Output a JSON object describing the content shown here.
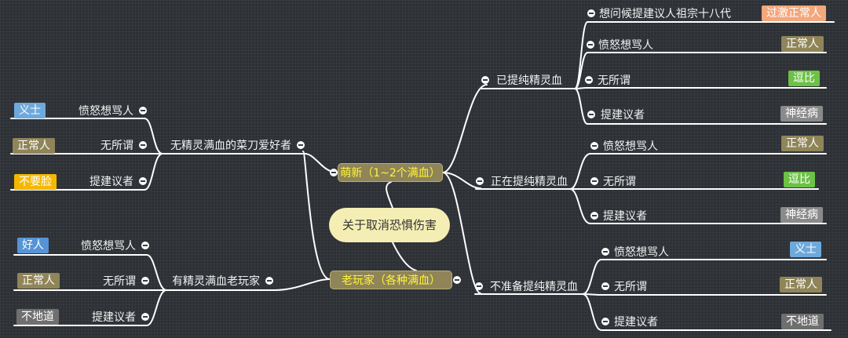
{
  "colors": {
    "background": "#2d3035",
    "line": "#ffffff",
    "root_fill": "#f5eeb4",
    "hub_fill": "#8f8558",
    "hub_text": "#fff43a"
  },
  "root": {
    "label": "关于取消恐惧伤害"
  },
  "hubs": {
    "newbie": "萌新（1~2个满血）",
    "veteran": "老玩家（各种满血）"
  },
  "branches": {
    "already": "已提纯精灵血",
    "doing": "正在提纯精灵血",
    "notplan": "不准备提纯精灵血",
    "noblood": "无精灵满血的菜刀爱好者",
    "hasblood": "有精灵满血老玩家"
  },
  "leaves": {
    "already": [
      {
        "text": "想问候提建议人祖宗十八代",
        "tag": "过激正常人",
        "tag_color": "#f3a77d"
      },
      {
        "text": "愤怒想骂人",
        "tag": "正常人",
        "tag_color": "#8f8558"
      },
      {
        "text": "无所谓",
        "tag": "逗比",
        "tag_color": "#6cc146"
      },
      {
        "text": "提建议者",
        "tag": "神经病",
        "tag_color": "#8a8a8a"
      }
    ],
    "doing": [
      {
        "text": "愤怒想骂人",
        "tag": "正常人",
        "tag_color": "#8f8558"
      },
      {
        "text": "无所谓",
        "tag": "逗比",
        "tag_color": "#6cc146"
      },
      {
        "text": "提建议者",
        "tag": "神经病",
        "tag_color": "#8a8a8a"
      }
    ],
    "notplan": [
      {
        "text": "愤怒想骂人",
        "tag": "义士",
        "tag_color": "#6ea9dc"
      },
      {
        "text": "无所谓",
        "tag": "正常人",
        "tag_color": "#8f8558"
      },
      {
        "text": "提建议者",
        "tag": "不地道",
        "tag_color": "#6f6f6f"
      }
    ],
    "noblood": [
      {
        "text": "愤怒想骂人",
        "tag": "义士",
        "tag_color": "#6ea9dc"
      },
      {
        "text": "无所谓",
        "tag": "正常人",
        "tag_color": "#8f8558"
      },
      {
        "text": "提建议者",
        "tag": "不要脸",
        "tag_color": "#f5b800"
      }
    ],
    "hasblood": [
      {
        "text": "愤怒想骂人",
        "tag": "好人",
        "tag_color": "#5594d6"
      },
      {
        "text": "无所谓",
        "tag": "正常人",
        "tag_color": "#8f8558"
      },
      {
        "text": "提建议者",
        "tag": "不地道",
        "tag_color": "#6f6f6f"
      }
    ]
  }
}
